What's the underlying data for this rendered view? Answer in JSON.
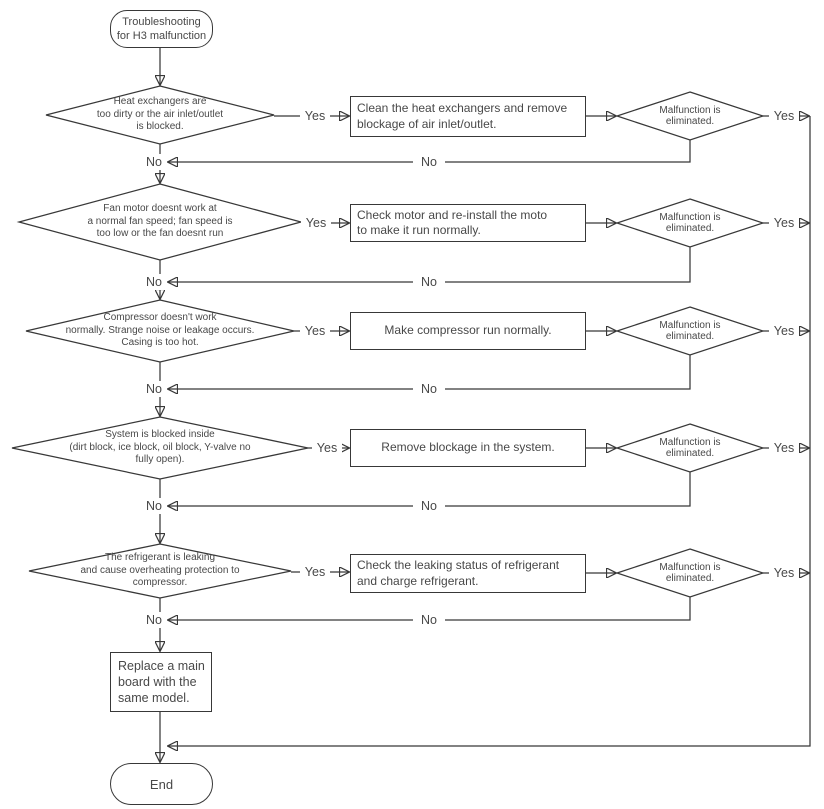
{
  "colors": {
    "line": "#383838",
    "text": "#484848",
    "background": "#ffffff"
  },
  "flowchart": {
    "start": {
      "label": "Troubleshooting\nfor H3 malfunction"
    },
    "rows": [
      {
        "condition": "Heat exchangers are\ntoo dirty or the air inlet/outlet\nis blocked.",
        "yes_label": "Yes",
        "action": "Clean the heat exchangers and remove\nblockage of air inlet/outlet.",
        "check": "Malfunction is\neliminated.",
        "yes_right_label": "Yes",
        "no_axis_label": "No",
        "no_return_label": "No"
      },
      {
        "condition": "Fan motor doesnt work at\na normal fan speed; fan speed is\ntoo low or the fan doesnt run",
        "yes_label": "Yes",
        "action": "Check motor and re-install the moto\nto make it run normally.",
        "check": "Malfunction is\neliminated.",
        "yes_right_label": "Yes",
        "no_axis_label": "No",
        "no_return_label": "No"
      },
      {
        "condition": "Compressor doesn't work\nnormally. Strange noise or leakage occurs.\nCasing is too hot.",
        "yes_label": "Yes",
        "action": "Make compressor run normally.",
        "check": "Malfunction is\neliminated.",
        "yes_right_label": "Yes",
        "no_axis_label": "No",
        "no_return_label": "No"
      },
      {
        "condition": "System is blocked inside\n(dirt block, ice block, oil block, Y-valve no\nfully open).",
        "yes_label": "Yes",
        "action": "Remove blockage in the system.",
        "check": "Malfunction is\neliminated.",
        "yes_right_label": "Yes",
        "no_axis_label": "No",
        "no_return_label": "No"
      },
      {
        "condition": "The refrigerant is leaking\nand cause overheating protection to\ncompressor.",
        "yes_label": "Yes",
        "action": "Check the leaking status of refrigerant\nand charge refrigerant.",
        "check": "Malfunction is\neliminated.",
        "yes_right_label": "Yes",
        "no_axis_label": "No",
        "no_return_label": "No"
      }
    ],
    "fallback": {
      "label": "Replace a main\nboard with the\nsame model."
    },
    "end": {
      "label": "End"
    }
  }
}
